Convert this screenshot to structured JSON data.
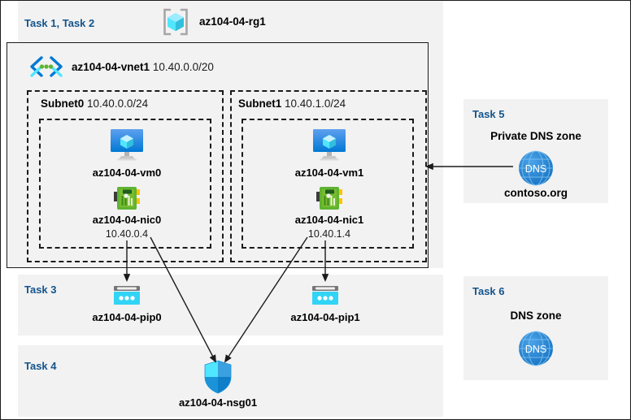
{
  "diagram": {
    "title_icon": "resource-group-icon",
    "resource_group": {
      "task_label": "Task 1, Task 2",
      "name": "az104-04-rg1"
    },
    "vnet": {
      "icon": "virtual-network-icon",
      "name": "az104-04-vnet1",
      "cidr": "10.40.0.0/20"
    },
    "subnets": [
      {
        "name": "Subnet0",
        "cidr": "10.40.0.0/24",
        "vm": {
          "icon": "virtual-machine-icon",
          "name": "az104-04-vm0"
        },
        "nic": {
          "icon": "network-interface-icon",
          "name": "az104-04-nic0",
          "ip": "10.40.0.4"
        }
      },
      {
        "name": "Subnet1",
        "cidr": "10.40.1.0/24",
        "vm": {
          "icon": "virtual-machine-icon",
          "name": "az104-04-vm1"
        },
        "nic": {
          "icon": "network-interface-icon",
          "name": "az104-04-nic1",
          "ip": "10.40.1.4"
        }
      }
    ],
    "public_ips": {
      "task_label": "Task 3",
      "items": [
        {
          "icon": "public-ip-address-icon",
          "name": "az104-04-pip0"
        },
        {
          "icon": "public-ip-address-icon",
          "name": "az104-04-pip1"
        }
      ]
    },
    "nsg": {
      "task_label": "Task 4",
      "icon": "network-security-group-icon",
      "name": "az104-04-nsg01"
    },
    "private_dns_zone": {
      "task_label": "Task 5",
      "title": "Private DNS zone",
      "icon": "dns-zone-icon",
      "icon_text": "DNS",
      "name": "contoso.org"
    },
    "dns_zone": {
      "task_label": "Task 6",
      "title": "DNS zone",
      "icon": "dns-zone-icon",
      "icon_text": "DNS"
    }
  },
  "colors": {
    "task_label": "#14548c",
    "panel_background": "#f2f2f2",
    "page_background": "#ffffff",
    "border": "#1b1b1b",
    "azure_blue": "#0078d4",
    "cyan": "#32c8eb",
    "nic_green": "#5fb332",
    "dns_blue": "#2a7fd4"
  }
}
